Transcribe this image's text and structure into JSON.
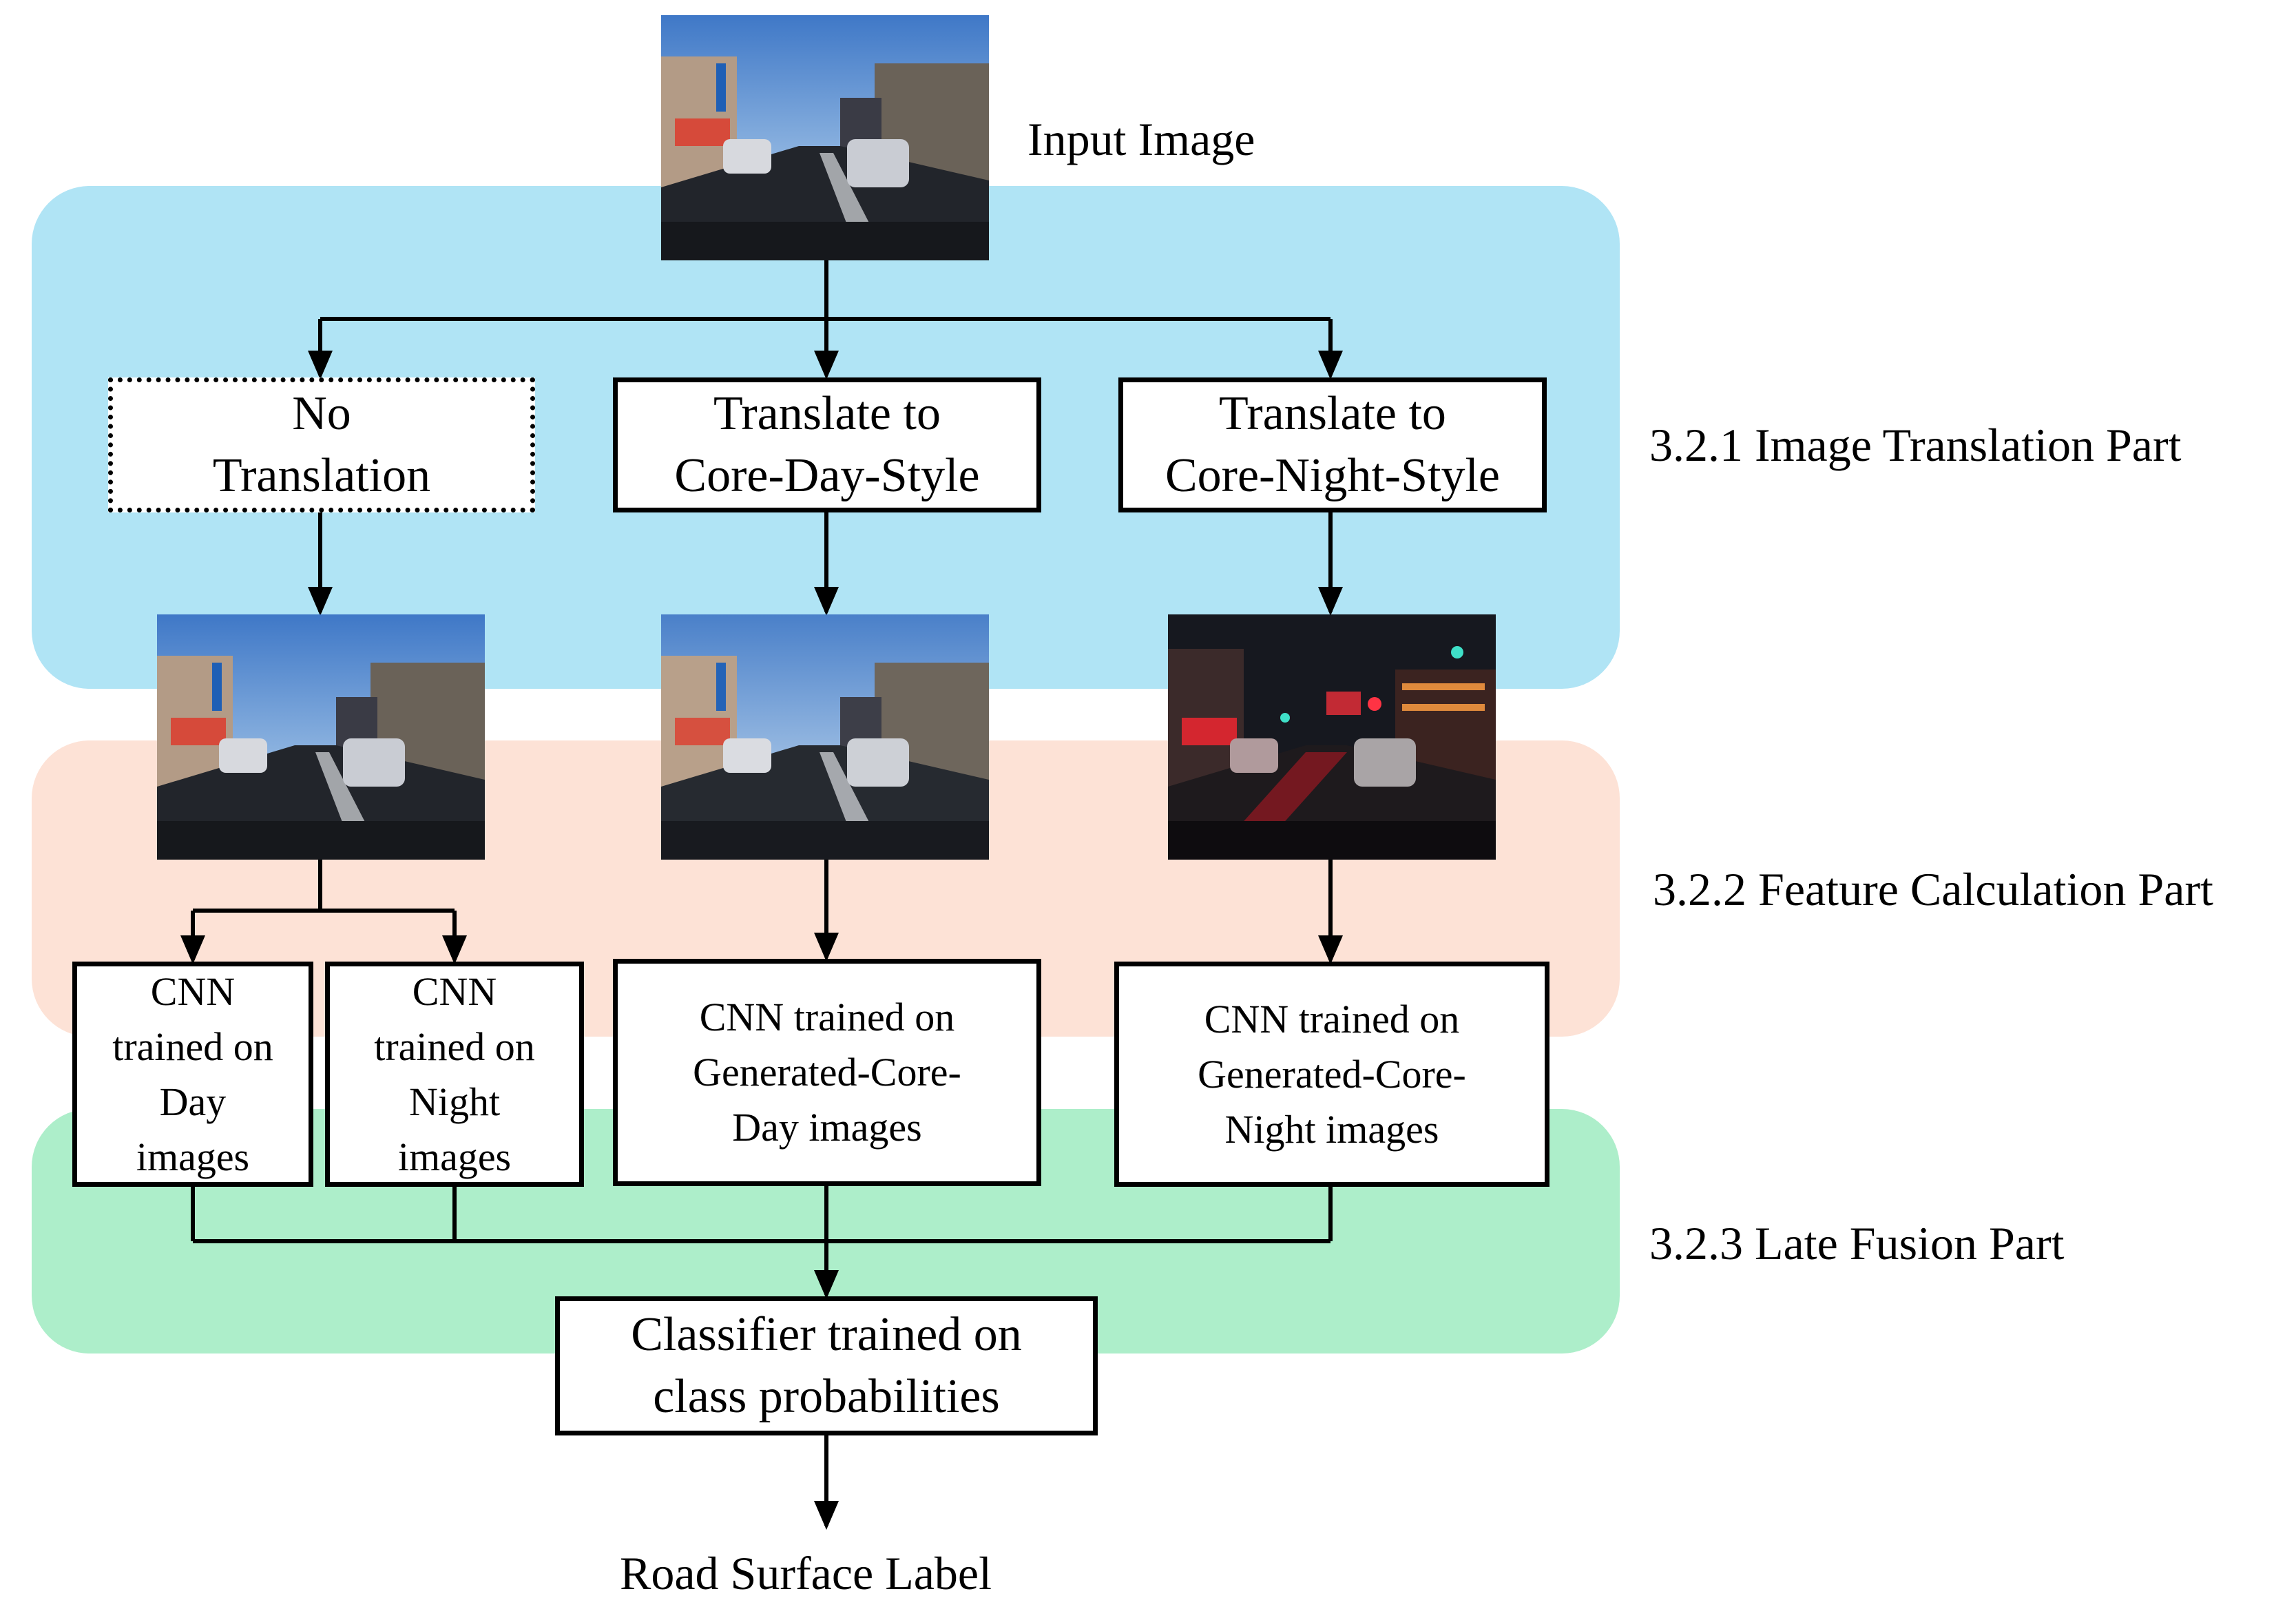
{
  "input_label": "Input Image",
  "sections": {
    "translation": "3.2.1 Image Translation Part",
    "feature": "3.2.2 Feature Calculation Part",
    "fusion": "3.2.3 Late Fusion Part"
  },
  "translation_boxes": [
    {
      "text": "No\nTranslation"
    },
    {
      "text": "Translate to\nCore-Day-Style"
    },
    {
      "text": "Translate to\nCore-Night-Style"
    }
  ],
  "cnn_boxes": [
    {
      "text": "CNN\ntrained on\nDay\nimages"
    },
    {
      "text": "CNN\ntrained on\nNight\nimages"
    },
    {
      "text": "CNN trained on\nGenerated-Core-\nDay images"
    },
    {
      "text": "CNN trained on\nGenerated-Core-\nNight images"
    }
  ],
  "classifier": {
    "text": "Classifier trained on\nclass probabilities"
  },
  "output_label": "Road Surface Label",
  "colors": {
    "translation_band": "#b0e4f5",
    "feature_band": "#fde2d6",
    "fusion_band": "#adeeca"
  }
}
